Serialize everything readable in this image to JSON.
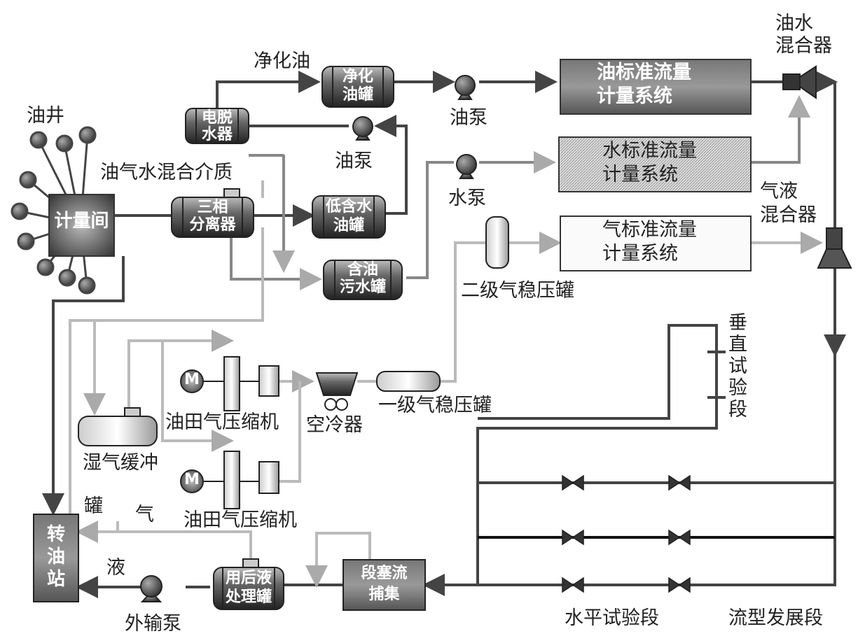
{
  "labels": {
    "oil_well": "油井",
    "purified_oil": "净化油",
    "dehydrator": [
      "电脱",
      "水器"
    ],
    "purified_tank": [
      "净化",
      "油罐"
    ],
    "oil_pump_top": "油泵",
    "oil_pump_mid": "油泵",
    "water_pump": "水泵",
    "mixed_medium": "油气水混合介质",
    "metering_room": "计量间",
    "three_phase": [
      "三相",
      "分离器"
    ],
    "low_water_tank": [
      "低含水",
      "油罐"
    ],
    "oily_water_tank": [
      "含油",
      "污水罐"
    ],
    "oil_std": [
      "油标准流量",
      "计量系统"
    ],
    "water_std": [
      "水标准流量",
      "计量系统"
    ],
    "gas_std": [
      "气标准流量",
      "计量系统"
    ],
    "oil_water_mixer": [
      "油水",
      "混合器"
    ],
    "gas_liquid_mixer": [
      "气液",
      "混合器"
    ],
    "second_stabilizer": "二级气稳压罐",
    "first_stabilizer": "一级气稳压罐",
    "compressor_1": "油田气压缩机",
    "compressor_2": "油田气压缩机",
    "air_cooler": "空冷器",
    "wet_gas_buffer": "湿气缓冲",
    "tank_char": "罐",
    "gas_char": "气",
    "liquid_char": "液",
    "transfer_station": [
      "转",
      "油",
      "站"
    ],
    "export_pump": "外输泵",
    "post_tank": [
      "用后液",
      "处理罐"
    ],
    "slug_catcher": [
      "段塞流",
      "捕集"
    ],
    "vertical_section": [
      "垂",
      "直",
      "试",
      "验",
      "段"
    ],
    "horizontal_section": "水平试验段",
    "flow_dev_section": "流型发展段",
    "motor": "M"
  }
}
